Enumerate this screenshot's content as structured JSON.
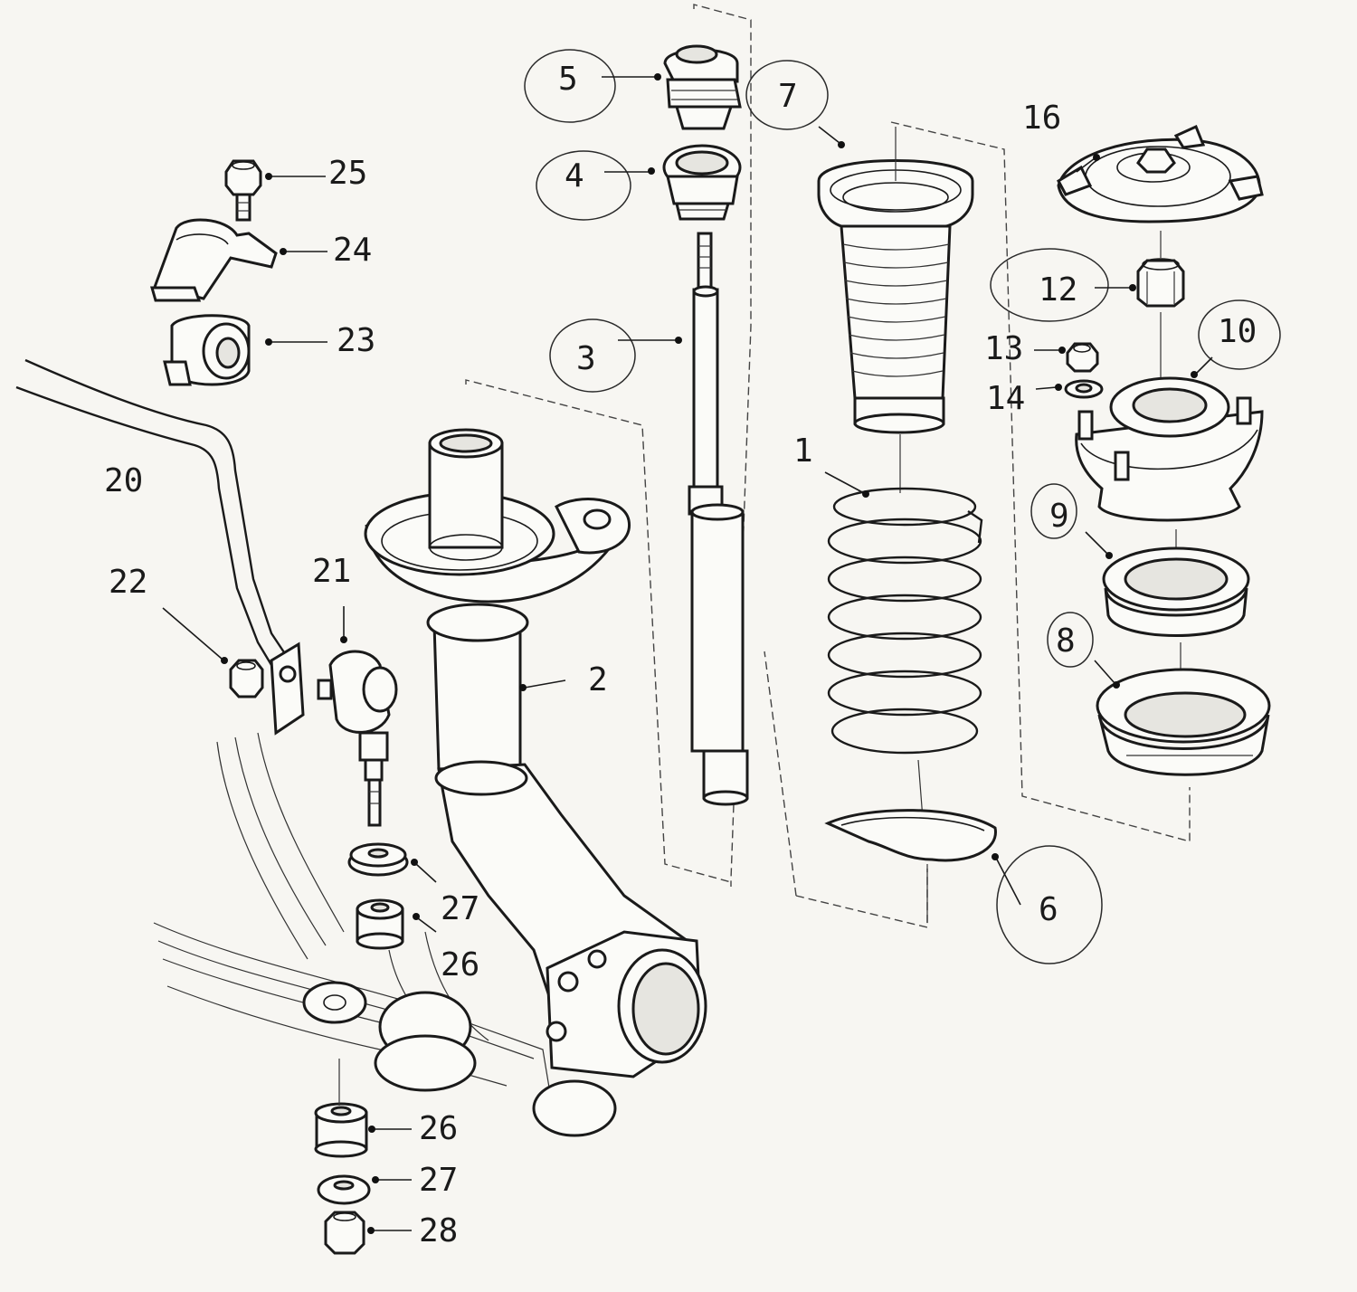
{
  "callouts": [
    {
      "id": "p1",
      "text": "1"
    },
    {
      "id": "p2",
      "text": "2"
    },
    {
      "id": "p3",
      "text": "3"
    },
    {
      "id": "p4",
      "text": "4"
    },
    {
      "id": "p5",
      "text": "5"
    },
    {
      "id": "p6",
      "text": "6"
    },
    {
      "id": "p7",
      "text": "7"
    },
    {
      "id": "p8",
      "text": "8"
    },
    {
      "id": "p9",
      "text": "9"
    },
    {
      "id": "p10",
      "text": "10"
    },
    {
      "id": "p12",
      "text": "12"
    },
    {
      "id": "p13",
      "text": "13"
    },
    {
      "id": "p14",
      "text": "14"
    },
    {
      "id": "p16",
      "text": "16"
    },
    {
      "id": "p20",
      "text": "20"
    },
    {
      "id": "p21",
      "text": "21"
    },
    {
      "id": "p22",
      "text": "22"
    },
    {
      "id": "p23",
      "text": "23"
    },
    {
      "id": "p24",
      "text": "24"
    },
    {
      "id": "p25",
      "text": "25"
    },
    {
      "id": "p26a",
      "text": "26"
    },
    {
      "id": "p26b",
      "text": "26"
    },
    {
      "id": "p27a",
      "text": "27"
    },
    {
      "id": "p27b",
      "text": "27"
    },
    {
      "id": "p28",
      "text": "28"
    }
  ]
}
